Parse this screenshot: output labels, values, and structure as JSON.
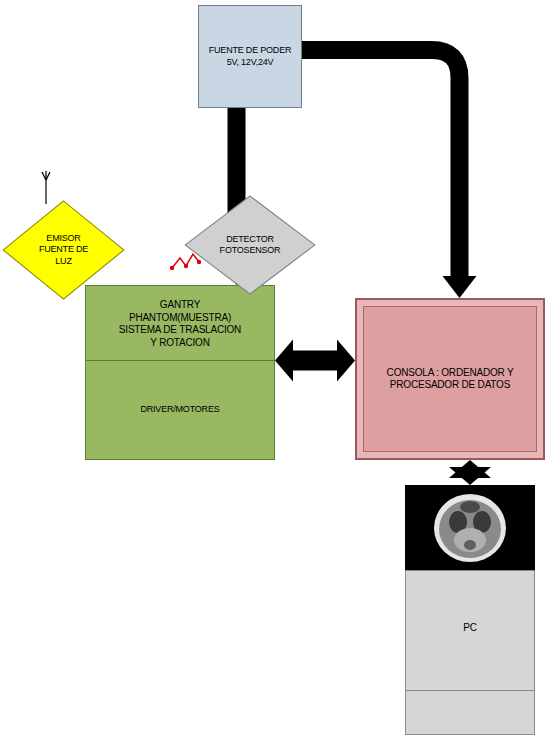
{
  "diagram": {
    "nodes": [
      {
        "text": [
          "FUENTE DE PODER 5V, 12V,24V"
        ]
      },
      {
        "text": [
          "EMISOR FUENTE DE LUZ"
        ]
      },
      {
        "text": [
          "DETECTOR FOTOSENSOR"
        ]
      },
      {
        "text": [
          "GANTRY PHANTOM(MUESTRA) SISTEMA DE TRASLACION Y ROTACION"
        ]
      },
      {
        "text": [
          "DRIVER/MOTORES"
        ]
      },
      {
        "text": [
          "CONSOLA : ORDENADOR Y PROCESADOR DE DATOS"
        ]
      },
      {
        "text": [
          "PC"
        ]
      }
    ],
    "edges": [
      {
        "from": 0,
        "to": 3,
        "arrow": "to"
      },
      {
        "from": 0,
        "to": 5,
        "arrow": "to"
      },
      {
        "from": 3,
        "to": 5,
        "arrow": "both"
      },
      {
        "from": 5,
        "to": 6,
        "arrow": "both"
      }
    ]
  }
}
